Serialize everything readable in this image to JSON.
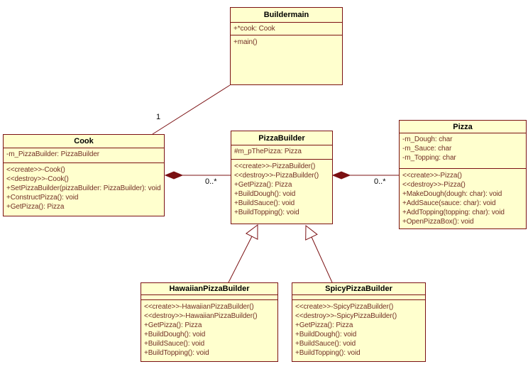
{
  "colors": {
    "box_fill": "#ffffce",
    "box_border": "#7b1113",
    "line": "#7b1113",
    "title_text": "#000000",
    "member_text": "#733026",
    "background": "#ffffff"
  },
  "classes": {
    "buildermain": {
      "name": "Buildermain",
      "attributes": [
        "+*cook: Cook"
      ],
      "operations": [
        "+main()"
      ]
    },
    "cook": {
      "name": "Cook",
      "attributes": [
        "-m_PizzaBuilder: PizzaBuilder"
      ],
      "operations": [
        "<<create>>-Cook()",
        "<<destroy>>-Cook()",
        "+SetPizzaBuilder(pizzaBuilder: PizzaBuilder): void",
        "+ConstructPizza(): void",
        "+GetPizza(): Pizza"
      ]
    },
    "pizzabuilder": {
      "name": "PizzaBuilder",
      "attributes": [
        "#m_pThePizza: Pizza"
      ],
      "operations": [
        "<<create>>-PizzaBuilder()",
        "<<destroy>>-PizzaBuilder()",
        "+GetPizza(): Pizza",
        "+BuildDough(): void",
        "+BuildSauce(): void",
        "+BuildTopping(): void"
      ]
    },
    "pizza": {
      "name": "Pizza",
      "attributes": [
        "-m_Dough: char",
        "-m_Sauce: char",
        "-m_Topping: char"
      ],
      "operations": [
        "<<create>>-Pizza()",
        "<<destroy>>-Pizza()",
        "+MakeDough(dough: char): void",
        "+AddSauce(sauce: char): void",
        "+AddTopping(topping: char): void",
        "+OpenPizzaBox(): void"
      ]
    },
    "hawaiian": {
      "name": "HawaiianPizzaBuilder",
      "attributes": [],
      "operations": [
        "<<create>>-HawaiianPizzaBuilder()",
        "<<destroy>>-HawaiianPizzaBuilder()",
        "+GetPizza(): Pizza",
        "+BuildDough(): void",
        "+BuildSauce(): void",
        "+BuildTopping(): void"
      ]
    },
    "spicy": {
      "name": "SpicyPizzaBuilder",
      "attributes": [],
      "operations": [
        "<<create>>-SpicyPizzaBuilder()",
        "<<destroy>>-SpicyPizzaBuilder()",
        "+GetPizza(): Pizza",
        "+BuildDough(): void",
        "+BuildSauce(): void",
        "+BuildTopping(): void"
      ]
    }
  },
  "relationships": {
    "buildermain_cook": {
      "type": "association",
      "multiplicity": "1"
    },
    "cook_pizzabuilder": {
      "type": "composition",
      "multiplicity": "0..*"
    },
    "pizzabuilder_pizza": {
      "type": "composition",
      "multiplicity": "0..*"
    },
    "hawaiian_pizzabuilder": {
      "type": "generalization"
    },
    "spicy_pizzabuilder": {
      "type": "generalization"
    }
  }
}
